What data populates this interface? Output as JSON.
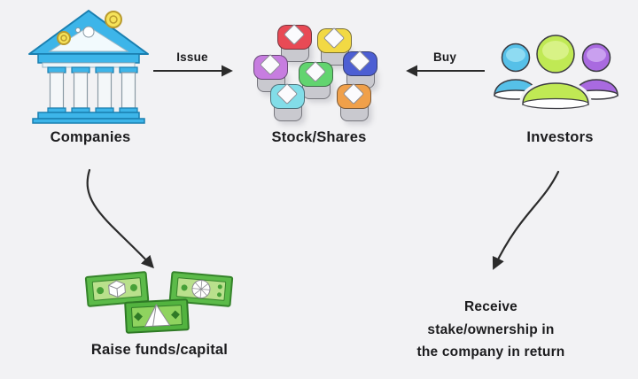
{
  "canvas": {
    "bg": "#f2f2f4",
    "text_color": "#1c1c1e",
    "arrow_color": "#2b2b2b"
  },
  "nodes": {
    "companies": {
      "label": "Companies"
    },
    "stocks": {
      "label": "Stock/Shares",
      "tokens": [
        {
          "name": "red",
          "color": "#e84a55"
        },
        {
          "name": "yellow",
          "color": "#f2d944"
        },
        {
          "name": "purple",
          "color": "#c77de0"
        },
        {
          "name": "green",
          "color": "#62d46f"
        },
        {
          "name": "blue",
          "color": "#4d5fd3"
        },
        {
          "name": "cyan",
          "color": "#82dde8"
        },
        {
          "name": "orange",
          "color": "#f0a04a"
        }
      ]
    },
    "investors": {
      "label": "Investors",
      "colors": {
        "left": "#56c0e8",
        "center": "#c0e954",
        "right": "#a96ae0"
      }
    },
    "funds": {
      "label": "Raise funds/capital"
    },
    "stake": {
      "lines": [
        "Receive",
        "stake/ownership in",
        "the company in return"
      ]
    }
  },
  "edges": {
    "issue": {
      "label": "Issue"
    },
    "buy": {
      "label": "Buy"
    }
  },
  "icon_colors": {
    "bank_blue": "#3db5e9",
    "coin_yellow": "#f6e35a",
    "money_green": "#5cbb49",
    "money_dark_green": "#52b33f",
    "money_light": "#b9e08c"
  }
}
